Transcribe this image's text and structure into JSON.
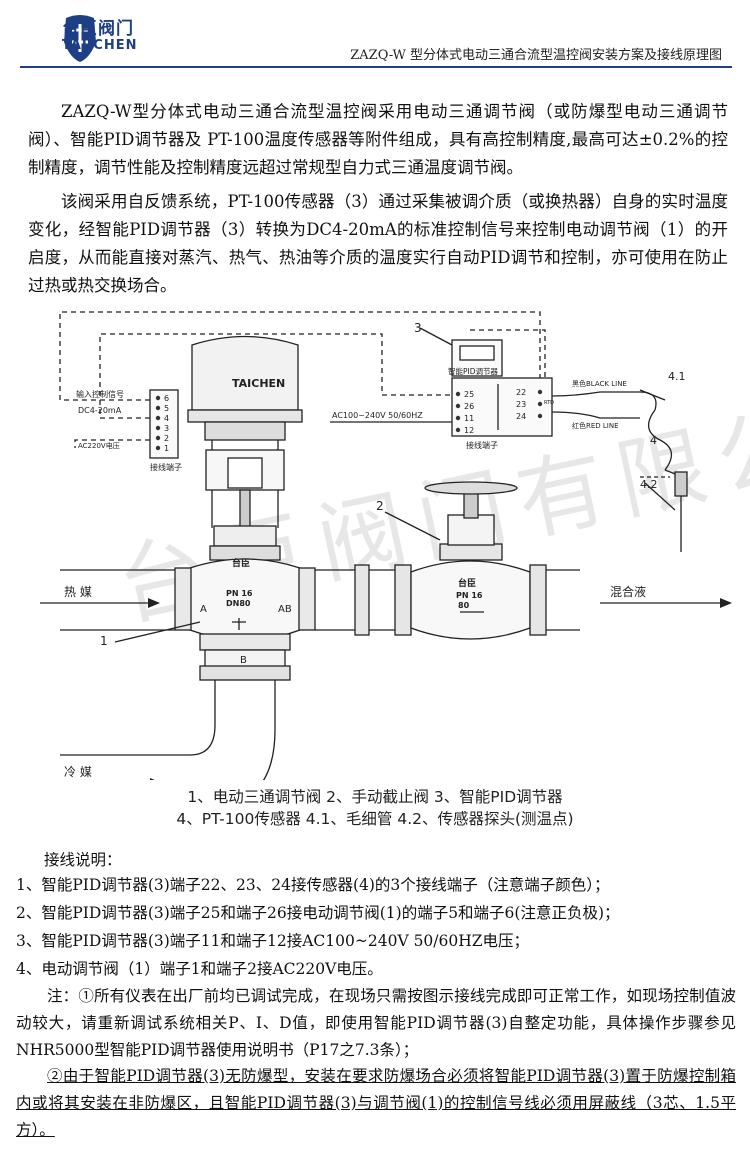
{
  "header": {
    "logo_cn": "台臣阀门",
    "logo_en": "TAI CHEN",
    "title": "ZAZQ-W 型分体式电动三通合流型温控阀安装方案及接线原理图"
  },
  "intro": {
    "para1": "ZAZQ-W型分体式电动三通合流型温控阀采用电动三通调节阀（或防爆型电动三通调节阀）、智能PID调节器及 PT-100温度传感器等附件组成，具有高控制精度,最高可达±0.2%的控制精度，调节性能及控制精度远超过常规型自力式三通温度调节阀。",
    "para2": "该阀采用自反馈系统，PT-100传感器（3）通过采集被调介质（或换热器）自身的实时温度变化，经智能PID调节器（3）转换为DC4-20mA的标准控制信号来控制电动调节阀（1）的开启度，从而能直接对蒸汽、热气、热油等介质的温度实行自动PID调节和控制，亦可使用在防止过热或热交换场合。"
  },
  "diagram": {
    "actuator_brand": "TAICHEN",
    "input_signal": "输入控制信号",
    "dc_signal": "DC4-20mA",
    "ac220": "AC220V电压",
    "terminal_block_label": "接线端子",
    "terminals_left": [
      "6",
      "5",
      "4",
      "3",
      "2",
      "1"
    ],
    "controller_num": "3",
    "controller_name": "智能PID调节器",
    "controller_terminals_left": [
      "25",
      "26",
      "11",
      "12"
    ],
    "controller_terminals_right": [
      "22",
      "23",
      "24"
    ],
    "controller_block_label": "接线端子",
    "ac_supply": "AC100~240V 50/60HZ",
    "black_line": "黑色BLACK LINE",
    "red_line": "红色RED LINE",
    "rtd": "RTD",
    "label_41": "4.1",
    "label_4": "4",
    "label_42": "4.2",
    "label_2": "2",
    "label_1": "1",
    "valve_brand": "台臣",
    "valve_pn": "PN 16",
    "valve_dn": "DN80",
    "port_a": "A",
    "port_ab": "AB",
    "port_b": "B",
    "globe_brand": "台臣",
    "globe_pn": "PN 16",
    "globe_dn": "80",
    "hot_medium": "热  媒",
    "mixed_fluid": "混合液",
    "cold_medium": "冷  媒"
  },
  "captions": {
    "line1": "1、电动三通调节阀  2、手动截止阀   3、智能PID调节器",
    "line2": "4、PT-100传感器  4.1、毛细管 4.2、传感器探头(测温点)"
  },
  "wiring": {
    "heading": "接线说明：",
    "items": [
      "1、智能PID调节器(3)端子22、23、24接传感器(4)的3个接线端子（注意端子颜色）；",
      "2、智能PID调节器(3)端子25和端子26接电动调节阀(1)的端子5和端子6(注意正负极)；",
      "3、智能PID调节器(3)端子11和端子12接AC100~240V 50/60HZ电压；",
      "4、电动调节阀（1）端子1和端子2接AC220V电压。"
    ]
  },
  "notes": {
    "note1": "注：①所有仪表在出厂前均已调试完成，在现场只需按图示接线完成即可正常工作，如现场控制值波动较大，请重新调试系统相关P、I、D值，即使用智能PID调节器(3)自整定功能，具体操作步骤参见NHR5000型智能PID调节器使用说明书（P17之7.3条）；",
    "note2": "②由于智能PID调节器(3)无防爆型，安装在要求防爆场合必须将智能PID调节器(3)置于防爆控制箱内或将其安装在非防爆区，且智能PID调节器(3)与调节阀(1)的控制信号线必须用屏蔽线（3芯、1.5平方）。"
  },
  "watermark": "台臣阀门有限公司",
  "colors": {
    "brand_blue": "#1d3f86"
  }
}
